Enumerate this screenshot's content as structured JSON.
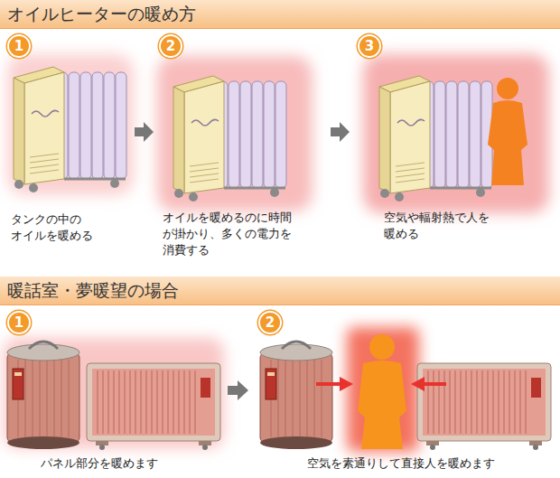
{
  "diagram": {
    "nodes": [
      {
        "text": [
          "オイルヒーターの暖め方"
        ]
      },
      {
        "text": [
          "1"
        ]
      },
      {
        "text": [
          "2"
        ]
      },
      {
        "text": [
          "3"
        ]
      },
      {
        "text": [
          "暖話室・夢暖望の場合"
        ]
      },
      {
        "text": [
          "1"
        ]
      },
      {
        "text": [
          "2"
        ]
      }
    ],
    "labels": [
      "タンクの中の オイルを暖める",
      "オイルを暖めるのに時間 が掛かり、多くの電力を 消費する",
      "空気や輻射熱で人を 暖める",
      "パネル部分を暖めます",
      "空気を素通りして直接人を暖めます"
    ]
  }
}
